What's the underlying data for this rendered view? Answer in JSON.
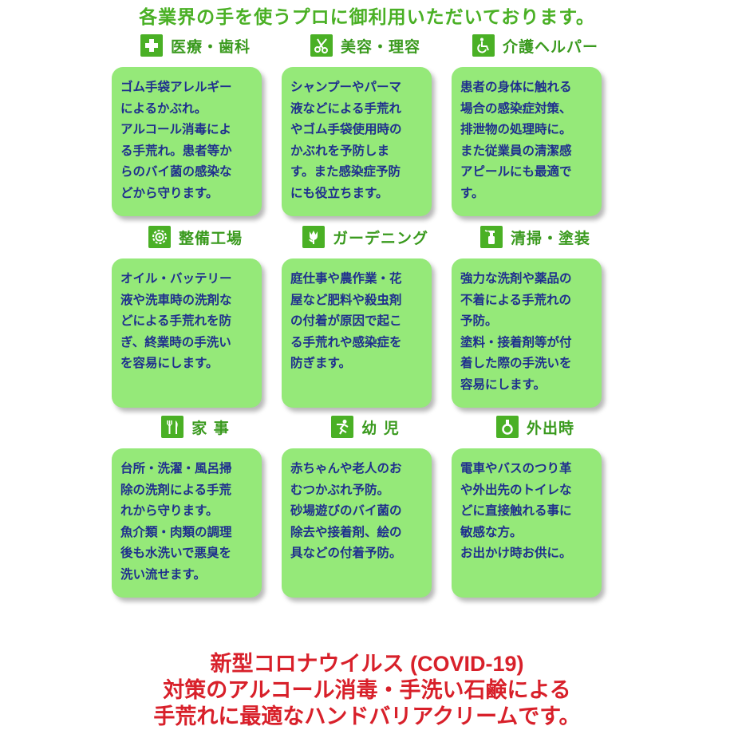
{
  "headline": "各業界の手を使うプロに御利用いただいております。",
  "categories": [
    {
      "icon": "medical-cross-icon",
      "title": "医療・歯科",
      "text": "ゴム手袋アレルギー\nによるかぶれ。\nアルコール消毒によ\nる手荒れ。患者等か\nらのバイ菌の感染な\nどから守ります。"
    },
    {
      "icon": "scissors-icon",
      "title": "美容・理容",
      "text": "シャンプーやパーマ\n液などによる手荒れ\nやゴム手袋使用時の\nかぶれを予防しま\nす。また感染症予防\nにも役立ちます。"
    },
    {
      "icon": "wheelchair-icon",
      "title": "介護ヘルパー",
      "text": "患者の身体に触れる\n場合の感染症対策、\n排泄物の処理時に。\nまた従業員の清潔感\nアピールにも最適で\nす。"
    },
    {
      "icon": "gear-icon",
      "title": "整備工場",
      "text": "オイル・バッテリー\n液や洗車時の洗剤な\nどによる手荒れを防\nぎ、終業時の手洗い\nを容易にします。"
    },
    {
      "icon": "flower-icon",
      "title": "ガーデニング",
      "text": "庭仕事や農作業・花\n屋など肥料や殺虫剤\nの付着が原因で起こ\nる手荒れや感染症を\n防ぎます。"
    },
    {
      "icon": "spray-bottle-icon",
      "title": "清掃・塗装",
      "text": "強力な洗剤や薬品の\n不着による手荒れの\n予防。\n塗料・接着剤等が付\n着した際の手洗いを\n容易にします。"
    },
    {
      "icon": "fork-knife-icon",
      "title": "家 事",
      "text": "台所・洗濯・風呂掃\n除の洗剤による手荒\nれから守ります。\n魚介類・肉類の調理\n後も水洗いで悪臭を\n洗い流せます。"
    },
    {
      "icon": "child-icon",
      "title": "幼 児",
      "text": "赤ちゃんや老人のお\nむつかぶれ予防。\n砂場遊びのバイ菌の\n除去や接着剤、絵の\n具などの付着予防。"
    },
    {
      "icon": "ring-strap-icon",
      "title": "外出時",
      "text": "電車やバスのつり革\nや外出先のトイレな\nどに直接触れる事に\n敏感な方。\nお出かけ時お供に。"
    }
  ],
  "footer": {
    "line1": "新型コロナウイルス (COVID-19)",
    "line2": "対策のアルコール消毒・手洗い石鹸による",
    "line3": "手荒れに最適なハンドバリアクリームです。"
  },
  "colors": {
    "accent_green": "#4ab025",
    "card_green": "#95e979",
    "card_text": "#1f2f8e",
    "footer_red": "#d8202a"
  }
}
